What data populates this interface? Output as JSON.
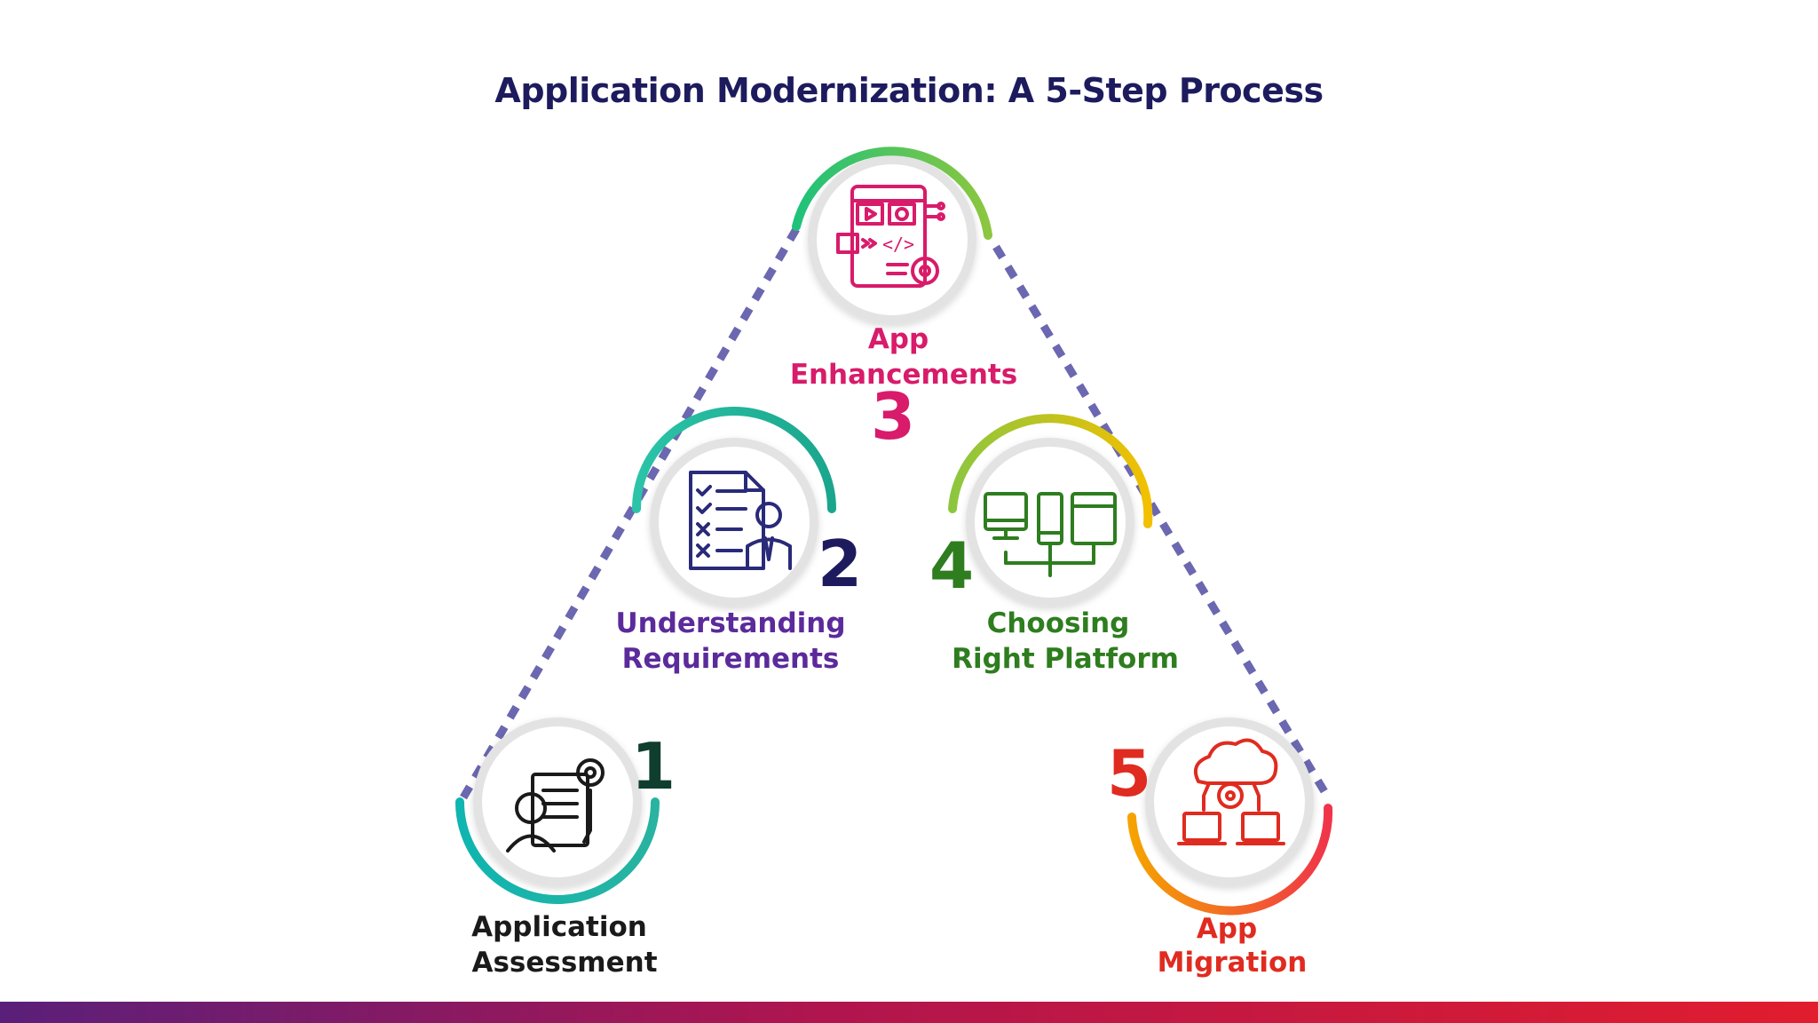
{
  "title": "Application Modernization: A 5-Step Process",
  "colors": {
    "title": "#1d1b5e",
    "connector": "#6b67b0",
    "ring_shadow": "#d9d9d9",
    "bottom_bar": [
      "#5a1f7a",
      "#b0154e",
      "#e11d2e"
    ]
  },
  "steps": [
    {
      "number": "1",
      "label_lines": [
        "Application",
        "Assessment"
      ],
      "icon": "person-document-gear-icon",
      "label_color": "#1a1a1a",
      "number_color": "#0f3d2e",
      "arc_colors": [
        "#0fb5b0",
        "#29b3a0"
      ],
      "icon_color": "#1a1a1a"
    },
    {
      "number": "2",
      "label_lines": [
        "Understanding",
        "Requirements"
      ],
      "icon": "checklist-person-icon",
      "label_color": "#5b2a9b",
      "number_color": "#1d1b5e",
      "arc_colors": [
        "#2bc4a8",
        "#1aa68c"
      ],
      "icon_color": "#2a2a7a"
    },
    {
      "number": "3",
      "label_lines": [
        "App",
        "Enhancements"
      ],
      "icon": "app-code-gear-icon",
      "label_color": "#d81b6a",
      "number_color": "#d81b6a",
      "arc_colors": [
        "#1fc27a",
        "#8cc63f"
      ],
      "icon_color": "#d81b6a"
    },
    {
      "number": "4",
      "label_lines": [
        "Choosing",
        "Right Platform"
      ],
      "icon": "devices-network-icon",
      "label_color": "#2e7d1f",
      "number_color": "#2e7d1f",
      "arc_colors": [
        "#8cc63f",
        "#f2c000"
      ],
      "icon_color": "#2e7d1f"
    },
    {
      "number": "5",
      "label_lines": [
        "App",
        "Migration"
      ],
      "icon": "cloud-laptops-icon",
      "label_color": "#e02b20",
      "number_color": "#e02b20",
      "arc_colors": [
        "#f5a300",
        "#f0344a"
      ],
      "icon_color": "#e02b20"
    }
  ]
}
